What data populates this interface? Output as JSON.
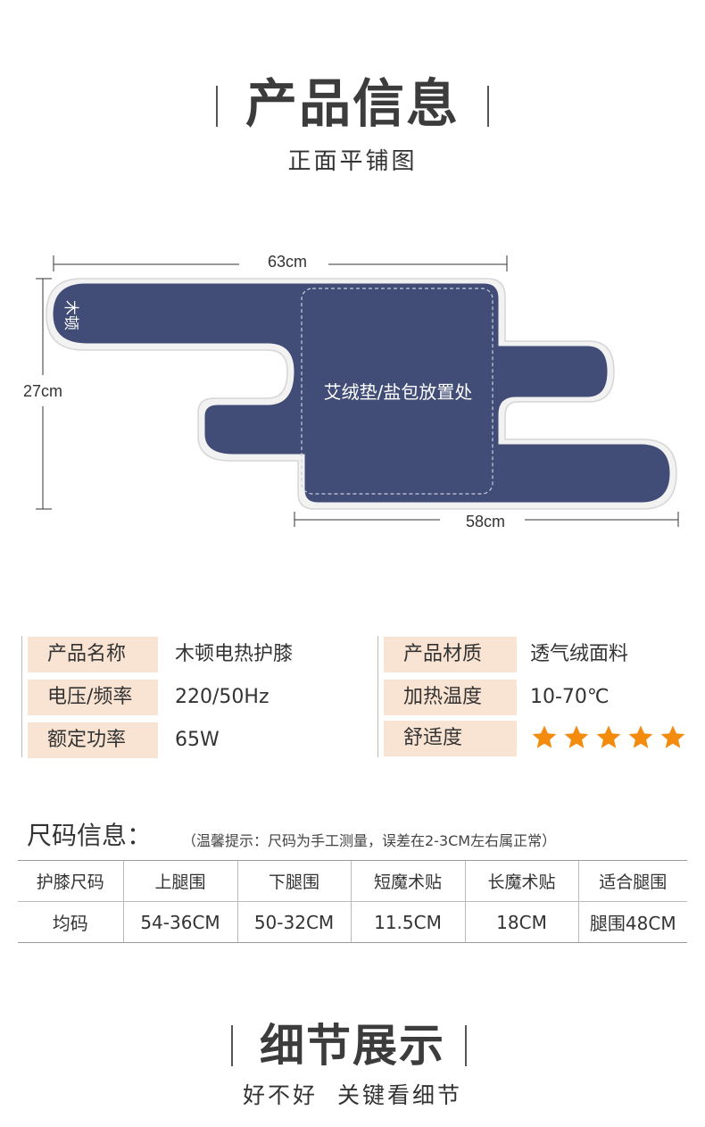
{
  "section1": {
    "title": "产品信息",
    "subtitle": "正面平铺图"
  },
  "diagram": {
    "width_label": "63cm",
    "height_label": "27cm",
    "bottom_label": "58cm",
    "pad_label": "艾绒垫/盐包放置处",
    "logo_text": "木顿",
    "pad_color": "#414d76"
  },
  "info": {
    "left": [
      {
        "label": "产品名称",
        "value": "木顿电热护膝"
      },
      {
        "label": "电压/频率",
        "value": "220/50Hz"
      },
      {
        "label": "额定功率",
        "value": "65W"
      }
    ],
    "right": [
      {
        "label": "产品材质",
        "value": "透气绒面料"
      },
      {
        "label": "加热温度",
        "value": "10-70℃"
      },
      {
        "label": "舒适度",
        "value": "",
        "rating": 5
      }
    ],
    "star_color": "#f38b0f",
    "label_bg": "#f9e4d3"
  },
  "size": {
    "title": "尺码信息：",
    "tip": "（温馨提示：尺码为手工测量，误差在2-3CM左右属正常）",
    "headers": [
      "护膝尺码",
      "上腿围",
      "下腿围",
      "短魔术贴",
      "长魔术贴",
      "适合腿围"
    ],
    "row": [
      "均码",
      "54-36CM",
      "50-32CM",
      "11.5CM",
      "18CM",
      "腿围48CM"
    ]
  },
  "section2": {
    "title": "细节展示",
    "subtitle": "好不好  关键看细节"
  }
}
